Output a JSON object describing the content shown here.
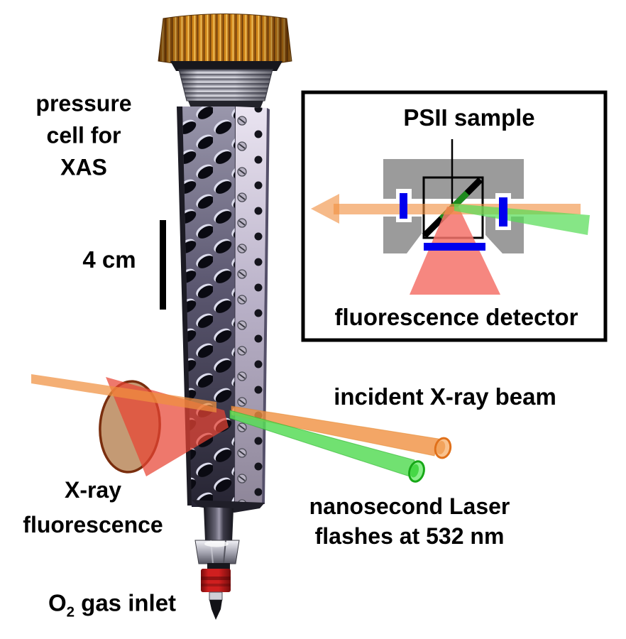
{
  "figure": {
    "description": "experimental setup figure: pressure cell for XAS with laser and X-ray beams",
    "labels": {
      "pressure_cell": {
        "line1": "pressure",
        "line2": "cell for",
        "line3": "XAS"
      },
      "scale_bar": "4 cm",
      "inset": {
        "sample": "PSII sample",
        "detector": "fluorescence detector"
      },
      "incident_beam": "incident X-ray beam",
      "laser": {
        "line1": "nanosecond Laser",
        "line2": "flashes at 532 nm"
      },
      "xray_fluorescence": {
        "line1": "X-ray",
        "line2": "fluorescence"
      },
      "gas_inlet": {
        "element": "O",
        "subscript": "2",
        "rest": " gas inlet"
      }
    },
    "colors": {
      "xray_beam_orange": "#f09040",
      "laser_green": "#58dc58",
      "fluorescence_red": "#e84433",
      "fluorescence_pink": "#f4726a",
      "window_blue": "#0000ee",
      "housing_gray": "#9b9b9b",
      "sample_green": "#1e8a1e",
      "detector_lens_tan": "#c49a74",
      "detector_lens_rim": "#7a2e0e",
      "brass_cap": "#cf8418",
      "inlet_red": "#cf1f1f"
    }
  }
}
